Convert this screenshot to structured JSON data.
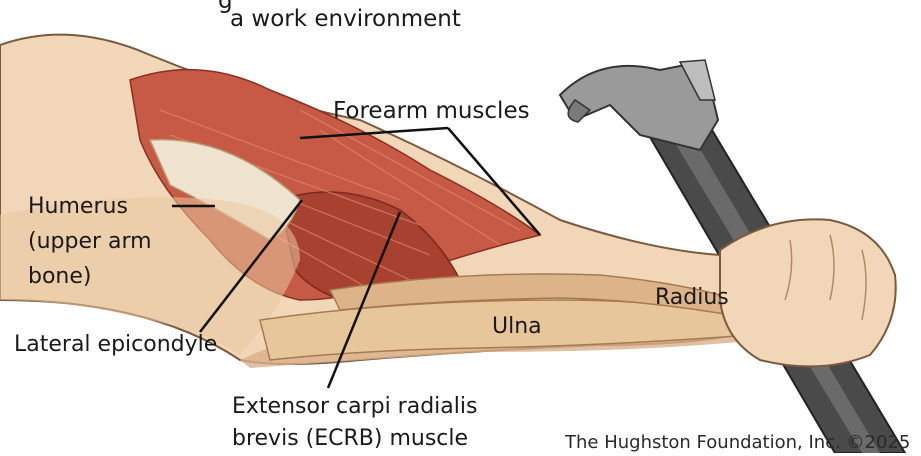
{
  "caption": {
    "title_fragment": "g",
    "subtitle": "a work environment"
  },
  "labels": {
    "forearm_muscles": "Forearm muscles",
    "humerus_line1": "Humerus",
    "humerus_line2": "(upper arm",
    "humerus_line3": "bone)",
    "radius": "Radius",
    "ulna": "Ulna",
    "lateral_epicondyle": "Lateral epicondyle",
    "ecrb_line1": "Extensor carpi radialis",
    "ecrb_line2": "brevis (ECRB) muscle"
  },
  "credit": "The Hughston Foundation, Inc. ©2025",
  "colors": {
    "skin": "#f2d6b8",
    "skin_shadow": "#d9b08a",
    "muscle": "#c65a44",
    "muscle_dark": "#9e3a2a",
    "tendon": "#efe3cf",
    "bone": "#e9c9a0",
    "hammer_metal": "#8e8e8e",
    "hammer_handle": "#3f3f3f",
    "leader_line": "#111111"
  }
}
